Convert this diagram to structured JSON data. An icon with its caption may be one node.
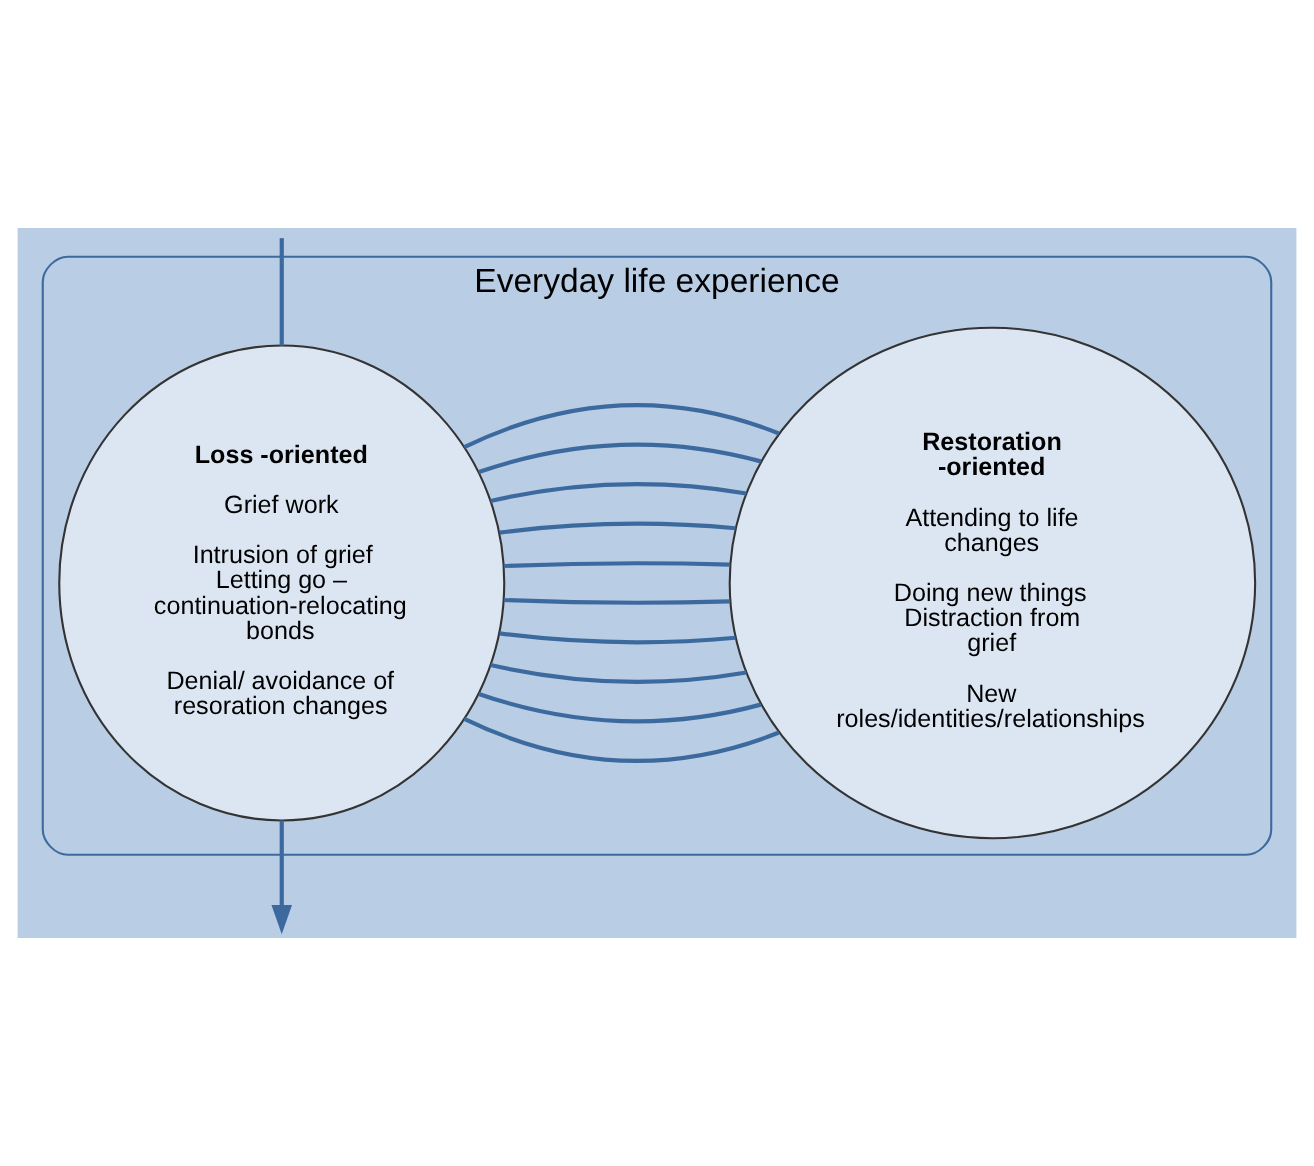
{
  "diagram": {
    "nodes": [
      {
        "text": [
          "Everyday life experience"
        ]
      },
      {
        "text": [
          "Loss -oriented",
          "Grief work",
          "Intrusion of grief Letting go – continuation-relocating bonds",
          "Denial/ avoidance of resoration changes"
        ],
        "in": 0
      },
      {
        "text": [
          "Restoration -oriented",
          "Attending to life changes",
          "Doing new things Distraction from grief",
          "New roles/identities/relationships"
        ],
        "in": 0
      }
    ],
    "edges": [
      {
        "from": null,
        "to": 1,
        "arrow": "none"
      },
      {
        "from": 1,
        "to": 2,
        "arrow": "none"
      },
      {
        "from": 2,
        "to": 1,
        "arrow": "none"
      },
      {
        "from": 1,
        "to": 2,
        "arrow": "none"
      },
      {
        "from": 2,
        "to": 1,
        "arrow": "none"
      },
      {
        "from": 1,
        "to": 2,
        "arrow": "none"
      },
      {
        "from": 2,
        "to": 1,
        "arrow": "none"
      },
      {
        "from": 1,
        "to": 2,
        "arrow": "none"
      },
      {
        "from": 2,
        "to": 1,
        "arrow": "none"
      },
      {
        "from": 1,
        "to": 2,
        "arrow": "none"
      },
      {
        "from": 2,
        "to": 1,
        "arrow": "none"
      },
      {
        "from": 1,
        "to": null,
        "arrow": "to"
      }
    ]
  }
}
